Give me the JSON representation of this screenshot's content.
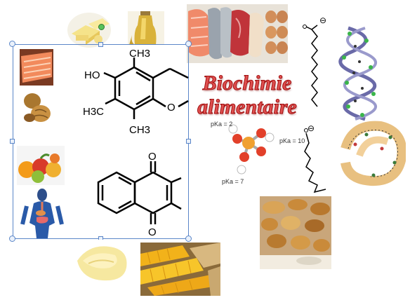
{
  "title": {
    "line1": "Biochimie",
    "line2": "alimentaire"
  },
  "molecules": {
    "tocopherol": {
      "oh": "HO",
      "ch3_top": "CH3",
      "ch3_left": "H3C",
      "ch3_bottom": "CH3",
      "ring_o": "O"
    },
    "quinone": {
      "o_top": "O",
      "o_bottom": "O"
    },
    "phosphate_pka": [
      "pKa = 2",
      "pKa = 10",
      "pKa = 7"
    ],
    "charges": [
      "⊖",
      "⊖"
    ]
  },
  "icons": [
    "cheese-photo",
    "oil-photo",
    "meat-fish-eggs-photo",
    "salmon-photo",
    "nuts-photo",
    "fruits-photo",
    "anatomy-photo",
    "butter-photo",
    "corn-photo",
    "bread-photo",
    "dna-helix",
    "protein-structure",
    "fatty-acid-chain"
  ],
  "colors": {
    "title": "#e05050",
    "selection": "#5b86c8",
    "rotate_handle": "#59c25a"
  }
}
